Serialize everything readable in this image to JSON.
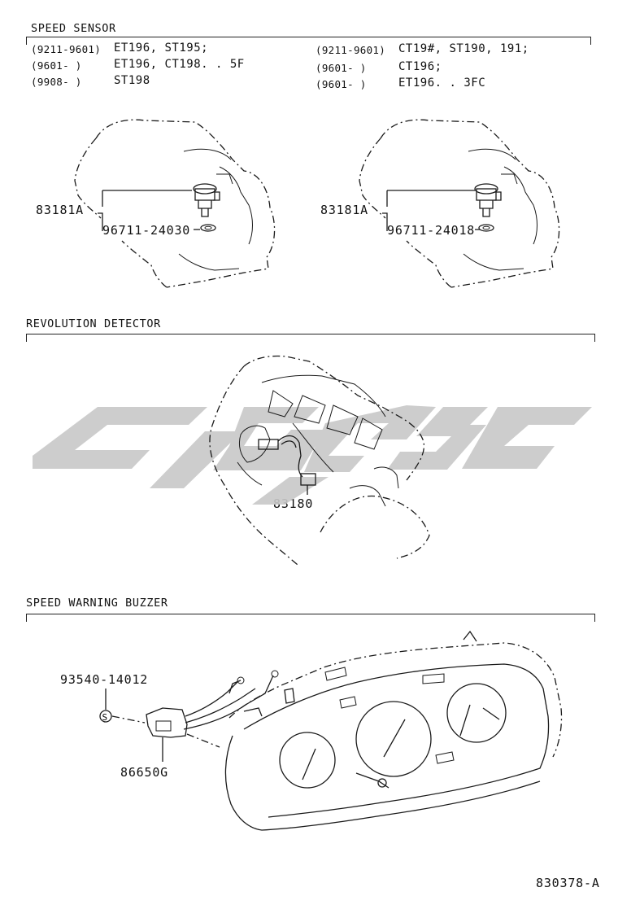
{
  "speed_sensor": {
    "title": "SPEED SENSOR",
    "left_applic": [
      {
        "range": "(9211-9601)",
        "models": "ET196, ST195;"
      },
      {
        "range": "(9601-     )",
        "models": "ET196, CT198. . 5F"
      },
      {
        "range": "(9908-     )",
        "models": "ST198"
      }
    ],
    "right_applic": [
      {
        "range": "(9211-9601)",
        "models": "CT19#, ST190, 191;"
      },
      {
        "range": "(9601-     )",
        "models": "CT196;"
      },
      {
        "range": "(9601-     )",
        "models": "ET196. . 3FC"
      }
    ],
    "left_parts": {
      "sensor": "83181A",
      "ring": "96711-24030"
    },
    "right_parts": {
      "sensor": "83181A",
      "ring": "96711-24018"
    }
  },
  "revolution_detector": {
    "title": "REVOLUTION DETECTOR",
    "part": "83180"
  },
  "speed_warning_buzzer": {
    "title": "SPEED WARNING BUZZER",
    "screw": "93540-14012",
    "screw_symbol": "S",
    "buzzer": "86650G"
  },
  "figure_id": "830378-A",
  "watermark_color": "#c8c8c8"
}
